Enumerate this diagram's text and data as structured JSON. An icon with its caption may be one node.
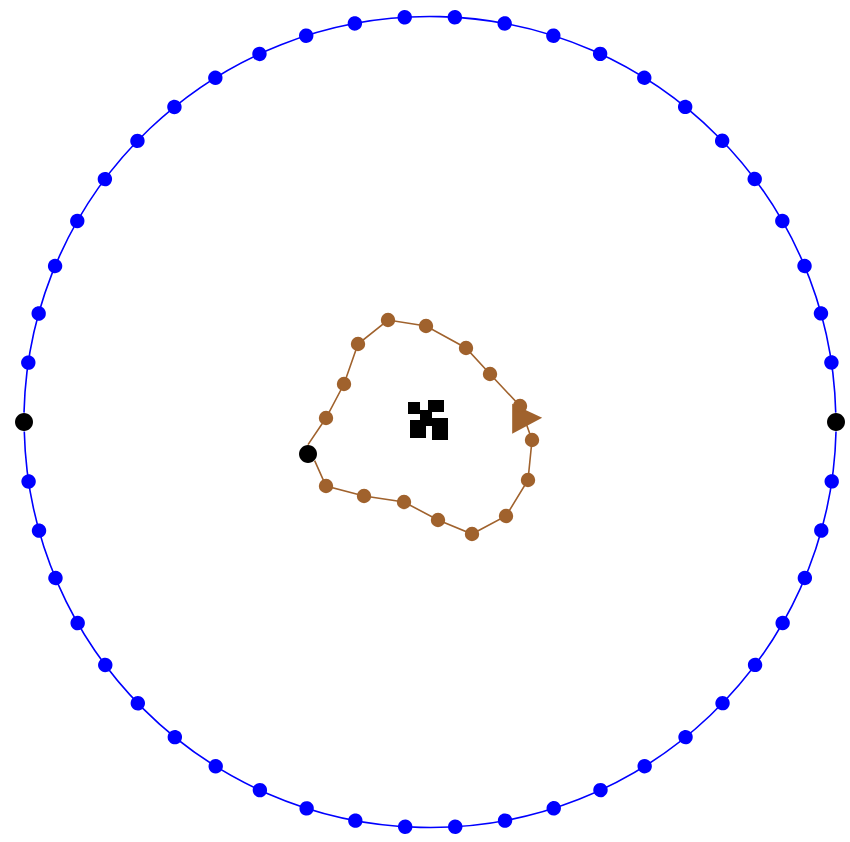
{
  "diagram": {
    "nodes": [
      {
        "text": [],
        "shape": "circle"
      },
      {
        "text": [],
        "shape": "circle"
      },
      {
        "text": [],
        "shape": "circle"
      }
    ],
    "edges": [
      {
        "from": 0,
        "to": 1,
        "arrow": "none",
        "color": "#0000ff"
      },
      {
        "from": 1,
        "to": 0,
        "arrow": "none",
        "color": "#0000ff"
      },
      {
        "from": 2,
        "to": 2,
        "arrow": "to",
        "color": "#a0622d"
      }
    ]
  }
}
